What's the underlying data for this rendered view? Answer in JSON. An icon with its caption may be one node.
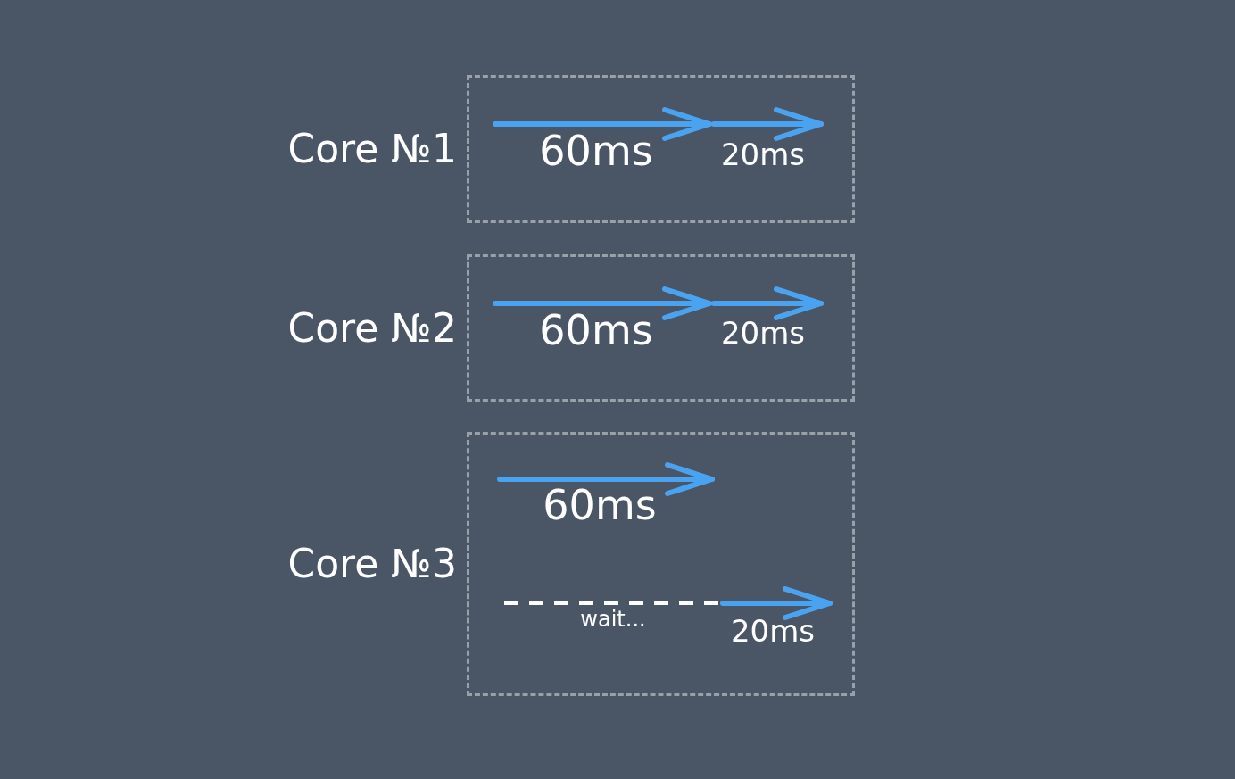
{
  "diagram": {
    "nodes": [
      {
        "text": [
          "Core №1"
        ]
      },
      {
        "text": [
          "Core №2"
        ]
      },
      {
        "text": [
          "Core №3"
        ]
      }
    ],
    "labels": [
      "60ms",
      "20ms",
      "60ms",
      "20ms",
      "60ms",
      "wait...",
      "20ms"
    ]
  }
}
